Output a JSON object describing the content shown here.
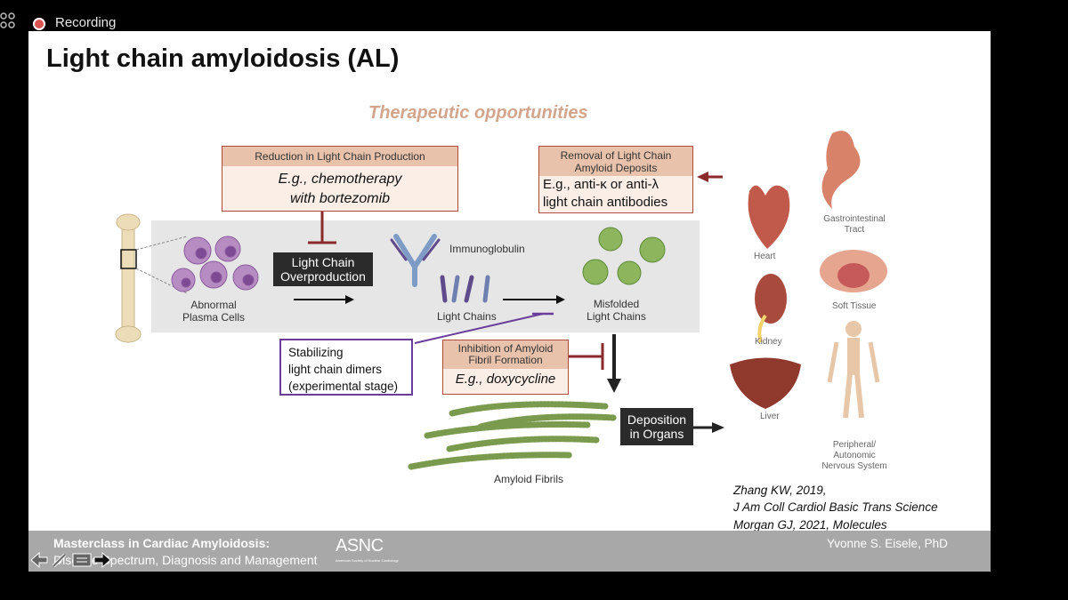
{
  "recording": {
    "label": "Recording"
  },
  "slide": {
    "title": "Light chain amyloidosis (AL)",
    "subtitle": "Therapeutic opportunities",
    "reduction_box": {
      "header": "Reduction in Light Chain Production",
      "body_line1": "E.g., chemotherapy",
      "body_line2": "with bortezomib"
    },
    "removal_box": {
      "header_line1": "Removal of Light Chain",
      "header_line2": "Amyloid Deposits",
      "body_line1": "E.g., anti-κ or anti-λ",
      "body_line2": "light chain antibodies"
    },
    "inhibition_box": {
      "header_line1": "Inhibition of Amyloid",
      "header_line2": "Fibril Formation",
      "body": "E.g., doxycycline"
    },
    "stabilizing_box": {
      "line1": "Stabilizing",
      "line2": "light chain dimers",
      "line3": "(experimental stage)"
    },
    "overproduction": {
      "line1": "Light Chain",
      "line2": "Overproduction"
    },
    "deposition": {
      "line1": "Deposition",
      "line2": "in Organs"
    },
    "labels": {
      "plasma_line1": "Abnormal",
      "plasma_line2": "Plasma Cells",
      "immunoglobulin": "Immunoglobulin",
      "light_chains": "Light Chains",
      "misfolded_line1": "Misfolded",
      "misfolded_line2": "Light Chains",
      "amyloid_fibrils": "Amyloid Fibrils"
    },
    "organs": {
      "heart": "Heart",
      "kidney": "Kidney",
      "liver": "Liver",
      "gi_line1": "Gastrointestinal",
      "gi_line2": "Tract",
      "soft_tissue": "Soft Tissue",
      "nerve_line1": "Peripheral/",
      "nerve_line2": "Autonomic",
      "nerve_line3": "Nervous System"
    },
    "references": [
      "Zhang KW, 2019,",
      "J Am Coll Cardiol Basic Trans Science",
      "Morgan GJ, 2021, Molecules"
    ]
  },
  "footer": {
    "course_line1": "Masterclass in Cardiac Amyloidosis:",
    "course_line2": "Disease Spectrum, Diagnosis and Management",
    "logo_text": "ASNC",
    "logo_sub": "American Society of Nuclear Cardiology",
    "presenter": "Yvonne S. Eisele, PhD"
  },
  "colors": {
    "accent_red": "#b14a40",
    "box_fill": "#fbeee6",
    "header_fill": "#e9c2ab",
    "purple": "#6a3d9a",
    "fibril_green": "#7a9a4e"
  }
}
